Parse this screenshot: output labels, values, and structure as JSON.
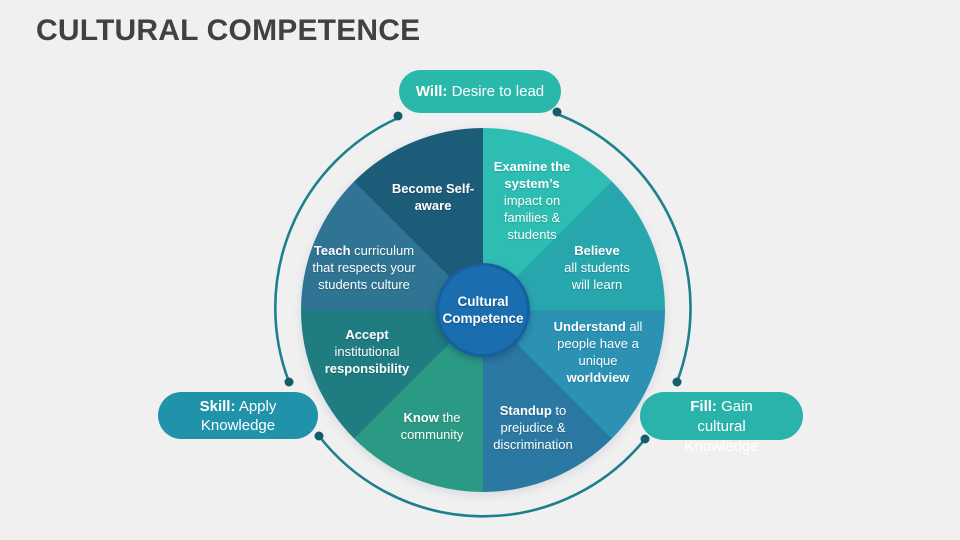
{
  "title": "CULTURAL COMPETENCE",
  "colors": {
    "bg": "#f0f0f1",
    "title": "#3f4142",
    "arc": "#1e7f8d",
    "dotc": "#145e6b",
    "center": "#1a6dae",
    "centerRing": "#1760a0",
    "pillTop": "#2ab8ab",
    "pillLeft": "#2092aa",
    "pillRight": "#2ab3aa"
  },
  "center": {
    "lines": [
      [
        {
          "t": "Cultural",
          "b": true
        }
      ],
      [
        {
          "t": "Competence",
          "b": true
        }
      ]
    ]
  },
  "pills": {
    "will": {
      "lines": [
        [
          {
            "t": "Will:",
            "b": true
          },
          {
            "t": " Desire to lead",
            "b": false
          }
        ]
      ]
    },
    "skill": {
      "lines": [
        [
          {
            "t": "Skill:",
            "b": true
          },
          {
            "t": " Apply",
            "b": false
          }
        ],
        [
          {
            "t": "Knowledge",
            "b": false
          }
        ]
      ]
    },
    "fill": {
      "lines": [
        [
          {
            "t": "Fill:",
            "b": true
          },
          {
            "t": " Gain",
            "b": false
          }
        ],
        [
          {
            "t": "cultural",
            "b": false
          }
        ],
        [
          {
            "t": "Knowledge",
            "b": false
          }
        ]
      ]
    }
  },
  "segments": [
    {
      "name": "examine-systems-impact",
      "color": "#2ebdb2",
      "lines": [
        [
          {
            "t": "Examine the",
            "b": true
          }
        ],
        [
          {
            "t": "system’s",
            "b": true
          }
        ],
        [
          {
            "t": "impact on",
            "b": false
          }
        ],
        [
          {
            "t": "families &",
            "b": false
          }
        ],
        [
          {
            "t": "students",
            "b": false
          }
        ]
      ]
    },
    {
      "name": "believe-all-students",
      "color": "#28a6ae",
      "lines": [
        [
          {
            "t": "Believe",
            "b": true
          }
        ],
        [
          {
            "t": "all students",
            "b": false
          }
        ],
        [
          {
            "t": "will learn",
            "b": false
          }
        ]
      ]
    },
    {
      "name": "understand-unique-worldview",
      "color": "#2b92b4",
      "lines": [
        [
          {
            "t": "Understand",
            "b": true
          },
          {
            "t": " all",
            "b": false
          }
        ],
        [
          {
            "t": "people have a",
            "b": false
          }
        ],
        [
          {
            "t": "unique",
            "b": false
          }
        ],
        [
          {
            "t": "worldview",
            "b": true
          }
        ]
      ]
    },
    {
      "name": "standup-to-prejudice",
      "color": "#2b79a2",
      "lines": [
        [
          {
            "t": "Standup",
            "b": true
          },
          {
            "t": " to",
            "b": false
          }
        ],
        [
          {
            "t": "prejudice &",
            "b": false
          }
        ],
        [
          {
            "t": "discrimination",
            "b": false
          }
        ]
      ]
    },
    {
      "name": "know-the-community",
      "color": "#2a9a84",
      "lines": [
        [
          {
            "t": "Know",
            "b": true
          },
          {
            "t": " the",
            "b": false
          }
        ],
        [
          {
            "t": "community",
            "b": false
          }
        ]
      ]
    },
    {
      "name": "accept-institutional-responsibility",
      "color": "#1f7c80",
      "lines": [
        [
          {
            "t": "Accept",
            "b": true
          }
        ],
        [
          {
            "t": "institutional",
            "b": false
          }
        ],
        [
          {
            "t": "responsibility",
            "b": true
          }
        ]
      ]
    },
    {
      "name": "teach-curriculum",
      "color": "#2f7492",
      "lines": [
        [
          {
            "t": "Teach",
            "b": true
          },
          {
            "t": " curriculum",
            "b": false
          }
        ],
        [
          {
            "t": "that respects your",
            "b": false
          }
        ],
        [
          {
            "t": "students culture",
            "b": false
          }
        ]
      ]
    },
    {
      "name": "become-self-aware",
      "color": "#1d5c78",
      "lines": [
        [
          {
            "t": "Become Self-",
            "b": true
          }
        ],
        [
          {
            "t": "aware",
            "b": true
          }
        ]
      ]
    }
  ]
}
